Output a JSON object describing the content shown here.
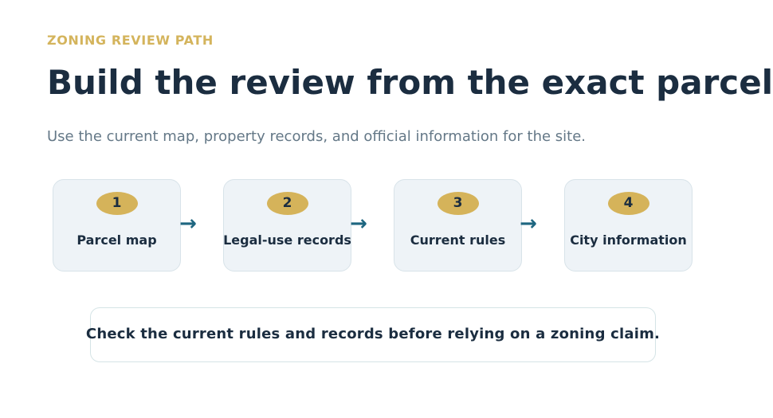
{
  "header": {
    "eyebrow": "ZONING REVIEW PATH",
    "title": "Build the review from the exact parcel",
    "subtitle": "Use the current map, property records, and official information for the site."
  },
  "steps": [
    {
      "number": "1",
      "label": "Parcel map"
    },
    {
      "number": "2",
      "label": "Legal-use records"
    },
    {
      "number": "3",
      "label": "Current rules"
    },
    {
      "number": "4",
      "label": "City information"
    }
  ],
  "arrow_glyph": "→",
  "note": {
    "text": "Check the current rules and records before relying on a zoning claim."
  },
  "colors": {
    "accent_gold": "#d5b35a",
    "navy_text": "#1b2d40",
    "arrow_teal": "#1e6680",
    "card_bg": "#eef3f7"
  }
}
